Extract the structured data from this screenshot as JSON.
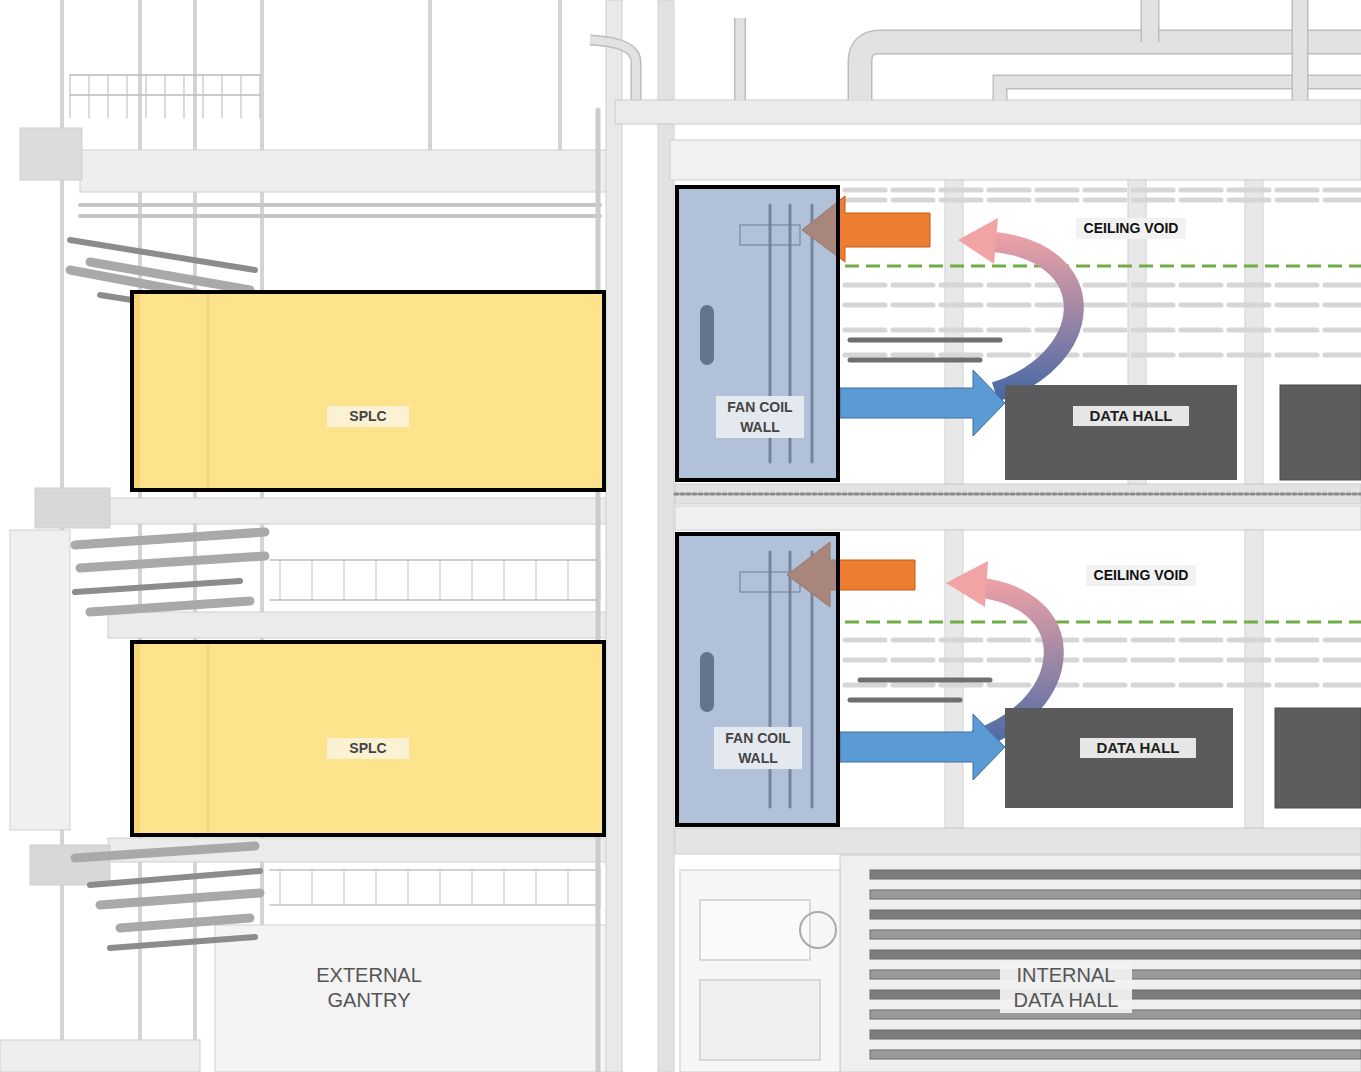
{
  "diagram": {
    "nodes": [
      {
        "text": [
          "SPLC"
        ]
      },
      {
        "text": [
          "FAN COIL WALL"
        ]
      },
      {
        "text": [
          "DATA HALL"
        ]
      },
      {
        "text": [
          "SPLC"
        ]
      },
      {
        "text": [
          "FAN COIL WALL"
        ]
      },
      {
        "text": [
          "DATA HALL"
        ]
      }
    ],
    "edges": [
      {
        "from": 1,
        "to": 2,
        "arrow": "to"
      },
      {
        "from": 4,
        "to": 5,
        "arrow": "to"
      }
    ],
    "labels": [
      "CEILING VOID",
      "CEILING VOID",
      "EXTERNAL GANTRY",
      "INTERNAL DATA HALL"
    ]
  }
}
